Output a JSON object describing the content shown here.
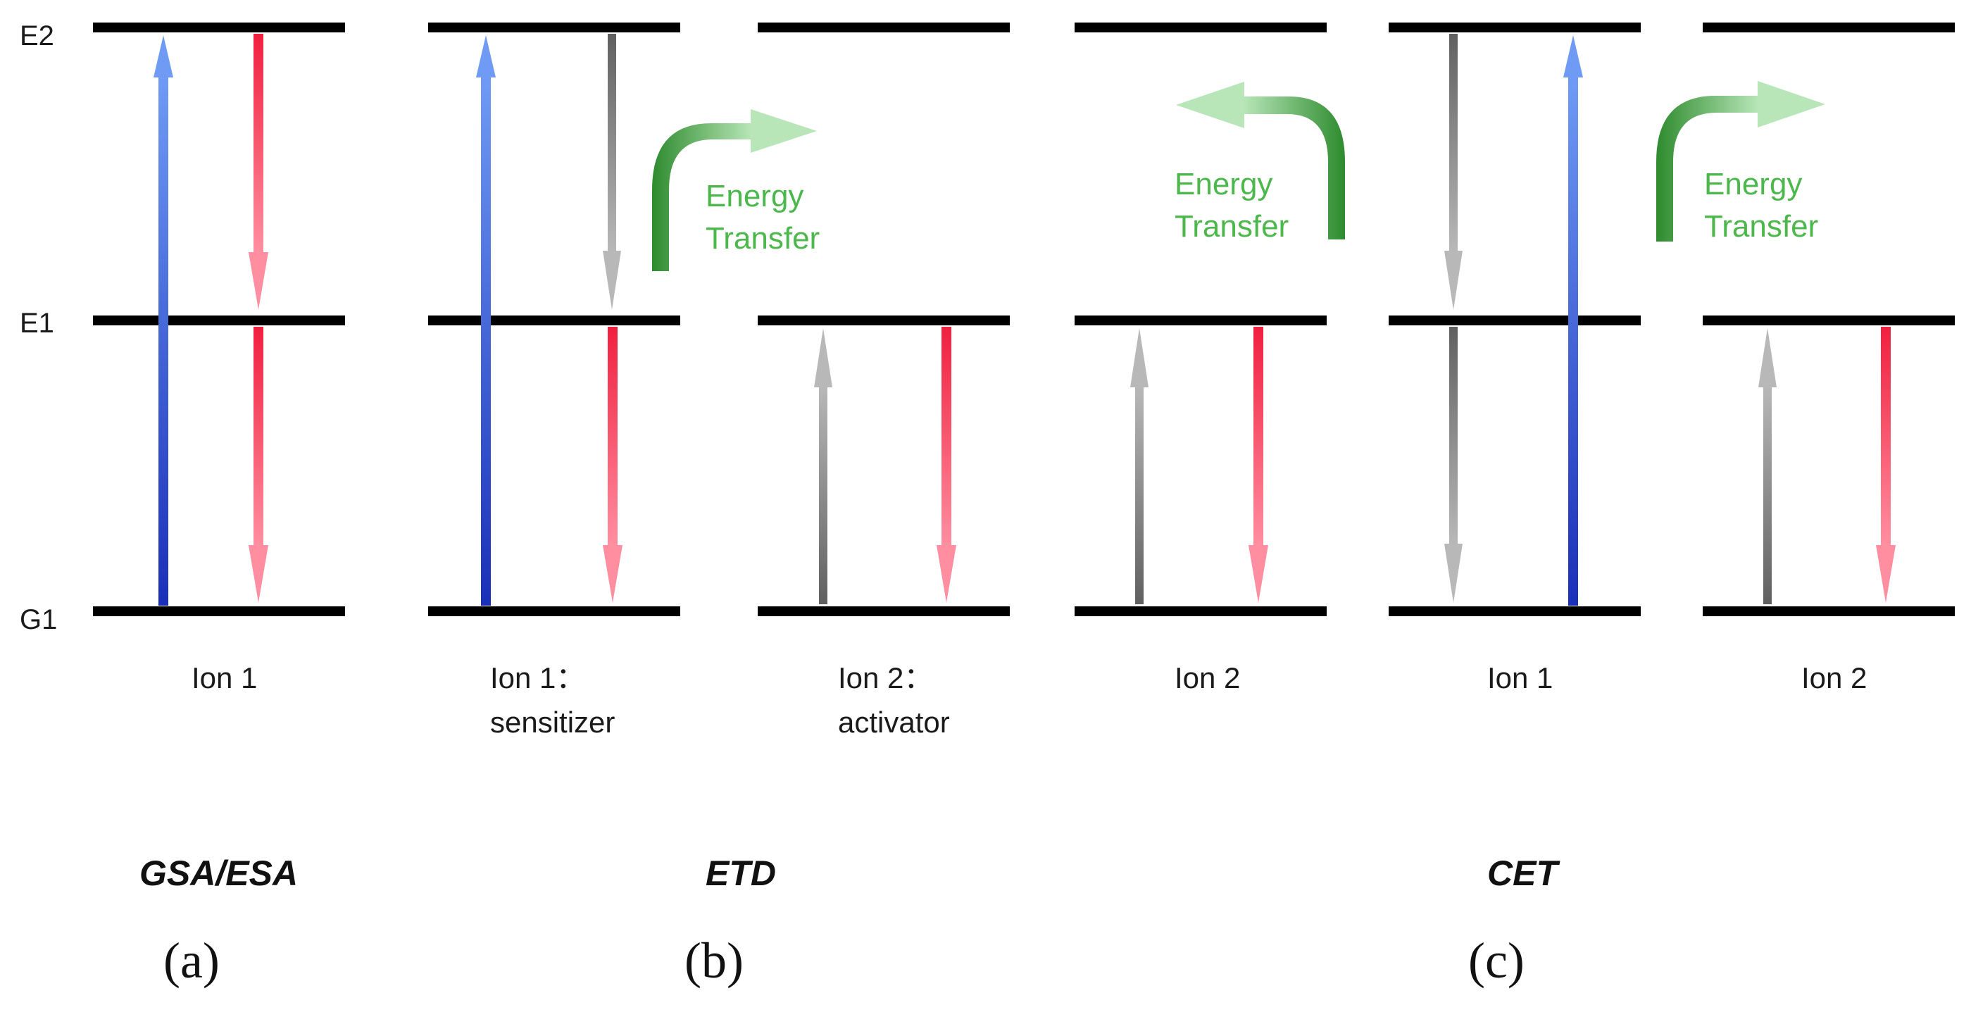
{
  "levels": {
    "e2": "E2",
    "e1": "E1",
    "g1": "G1"
  },
  "ions": {
    "a_ion1": "Ion 1",
    "b_ion1": [
      "Ion 1：",
      "sensitizer"
    ],
    "b_ion2": [
      "Ion 2：",
      "activator"
    ],
    "b_ion2_back": "Ion 2",
    "c_ion1": "Ion 1",
    "c_ion2": "Ion 2"
  },
  "energy_transfer": [
    "Energy",
    "Transfer"
  ],
  "mechanisms": {
    "a": "GSA/ESA",
    "b": "ETD",
    "c": "CET"
  },
  "panels": {
    "a": "(a)",
    "b": "(b)",
    "c": "(c)"
  },
  "colors": {
    "level_line": "#000000",
    "absorption": "#2f5fe0",
    "emission": "#f03050",
    "nonradiative": "#888888",
    "energy_transfer": "#3a9a3a"
  }
}
